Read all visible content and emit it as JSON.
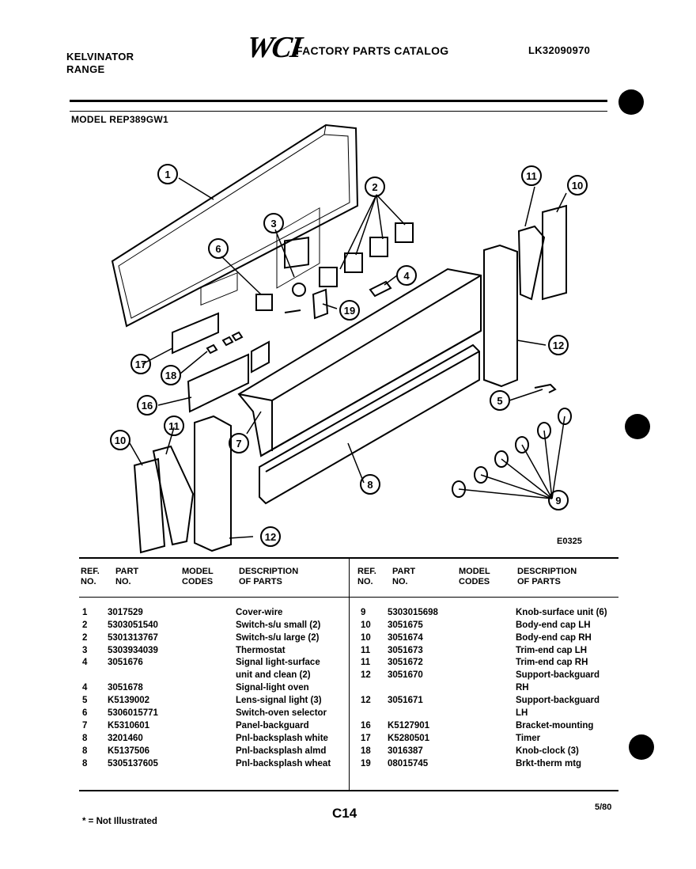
{
  "header": {
    "brand": "KELVINATOR",
    "category": "RANGE",
    "logo": "WCI",
    "catalog_title": "FACTORY PARTS CATALOG",
    "catalog_code": "LK32090970",
    "model_label": "MODEL REP389GW1"
  },
  "diagram": {
    "code": "E0325",
    "callouts": [
      "1",
      "2",
      "3",
      "4",
      "5",
      "6",
      "7",
      "8",
      "9",
      "10",
      "11",
      "12",
      "16",
      "17",
      "18",
      "19"
    ]
  },
  "table": {
    "headers": {
      "ref": "REF.\nNO.",
      "part": "PART\nNO.",
      "model": "MODEL\nCODES",
      "desc": "DESCRIPTION\nOF PARTS"
    },
    "left": [
      {
        "ref": "1",
        "part": "3017529",
        "desc": "Cover-wire"
      },
      {
        "ref": "2",
        "part": "5303051540",
        "desc": "Switch-s/u small (2)"
      },
      {
        "ref": "2",
        "part": "5301313767",
        "desc": "Switch-s/u large (2)"
      },
      {
        "ref": "3",
        "part": "5303934039",
        "desc": "Thermostat"
      },
      {
        "ref": "4",
        "part": "3051676",
        "desc": "Signal light-surface"
      },
      {
        "ref": "",
        "part": "",
        "desc": "unit and clean (2)"
      },
      {
        "ref": "4",
        "part": "3051678",
        "desc": "Signal-light oven"
      },
      {
        "ref": "5",
        "part": "K5139002",
        "desc": "Lens-signal light (3)"
      },
      {
        "ref": "6",
        "part": "5306015771",
        "desc": "Switch-oven selector"
      },
      {
        "ref": "7",
        "part": "K5310601",
        "desc": "Panel-backguard"
      },
      {
        "ref": "8",
        "part": "3201460",
        "desc": "Pnl-backsplash white"
      },
      {
        "ref": "8",
        "part": "K5137506",
        "desc": "Pnl-backsplash almd"
      },
      {
        "ref": "8",
        "part": "5305137605",
        "desc": "Pnl-backsplash wheat"
      }
    ],
    "right": [
      {
        "ref": "9",
        "part": "5303015698",
        "desc": "Knob-surface unit (6)"
      },
      {
        "ref": "10",
        "part": "3051675",
        "desc": "Body-end cap LH"
      },
      {
        "ref": "10",
        "part": "3051674",
        "desc": "Body-end cap RH"
      },
      {
        "ref": "11",
        "part": "3051673",
        "desc": "Trim-end cap LH"
      },
      {
        "ref": "11",
        "part": "3051672",
        "desc": "Trim-end cap RH"
      },
      {
        "ref": "12",
        "part": "3051670",
        "desc": "Support-backguard"
      },
      {
        "ref": "",
        "part": "",
        "desc": "RH"
      },
      {
        "ref": "12",
        "part": "3051671",
        "desc": "Support-backguard"
      },
      {
        "ref": "",
        "part": "",
        "desc": "LH"
      },
      {
        "ref": "16",
        "part": "K5127901",
        "desc": "Bracket-mounting"
      },
      {
        "ref": "17",
        "part": "K5280501",
        "desc": "Timer"
      },
      {
        "ref": "18",
        "part": "3016387",
        "desc": "Knob-clock (3)"
      },
      {
        "ref": "19",
        "part": "08015745",
        "desc": "Brkt-therm mtg"
      }
    ]
  },
  "footer": {
    "note": "* = Not Illustrated",
    "page": "C14",
    "date": "5/80"
  }
}
